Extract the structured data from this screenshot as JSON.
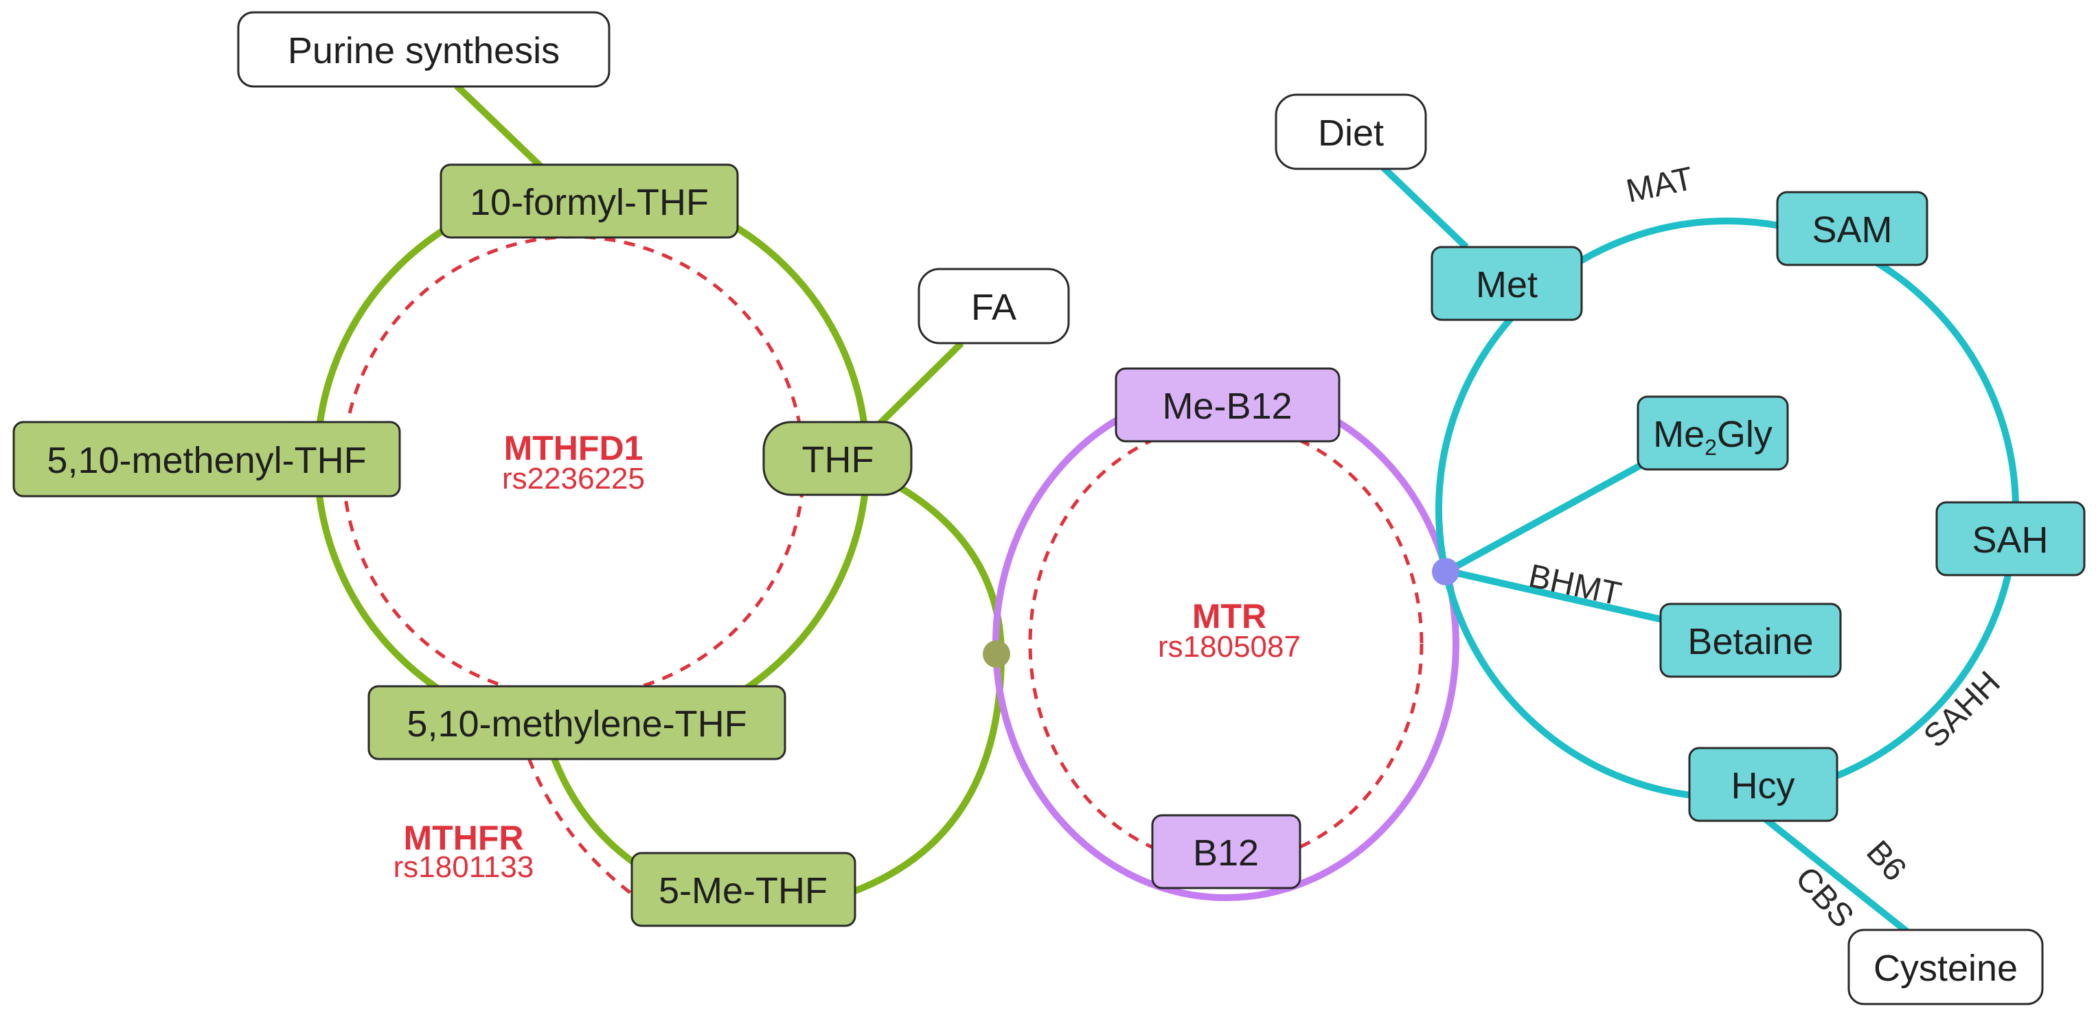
{
  "colors": {
    "folate_cycle": "#80b41c",
    "folate_node": "#b2cd78",
    "b12_cycle": "#c57ef2",
    "b12_node": "#dab3f7",
    "methionine_cycle": "#1ebfc8",
    "methionine_node": "#6fd6da",
    "dashed_line": "#e0323c",
    "gene_text": "#e0323c",
    "external_node_fill": "#ffffff",
    "node_border": "#2a2a2a"
  },
  "folate_nodes": {
    "formyl_thf": "10-formyl-THF",
    "methenyl_thf": "5,10-methenyl-THF",
    "thf": "THF",
    "methylene_thf": "5,10-methylene-THF",
    "me_thf": "5-Me-THF"
  },
  "b12_nodes": {
    "me_b12": "Me-B12",
    "b12": "B12"
  },
  "methionine_nodes": {
    "met": "Met",
    "sam": "SAM",
    "sah": "SAH",
    "hcy": "Hcy",
    "me2gly_main": "Me",
    "me2gly_sub": "2",
    "me2gly_end": "Gly",
    "betaine": "Betaine"
  },
  "external_nodes": {
    "purine": "Purine synthesis",
    "fa": "FA",
    "diet": "Diet",
    "cysteine": "Cysteine"
  },
  "genes": [
    {
      "name": "MTHFD1",
      "snp": "rs2236225"
    },
    {
      "name": "MTR",
      "snp": "rs1805087"
    },
    {
      "name": "MTHFR",
      "snp": "rs1801133"
    }
  ],
  "enzymes": {
    "mat": "MAT",
    "bhmt": "BHMT",
    "sahh": "SAHH",
    "b6": "B6",
    "cbs": "CBS"
  }
}
